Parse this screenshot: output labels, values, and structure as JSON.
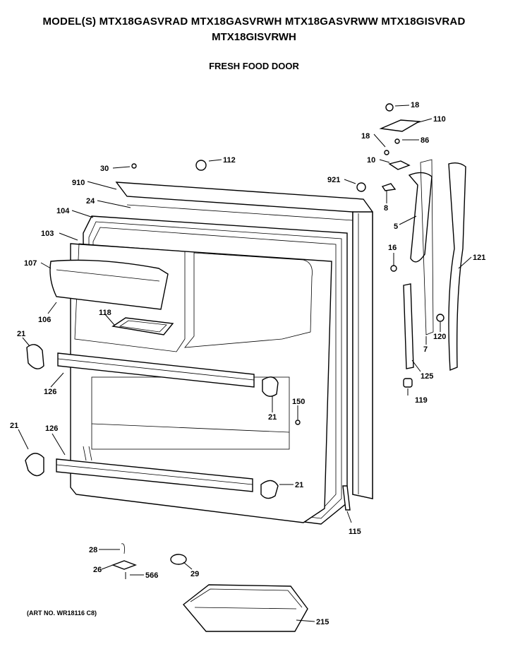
{
  "header": {
    "models_line1": "MODEL(S) MTX18GASVRAD  MTX18GASVRWH  MTX18GASVRWW  MTX18GISVRAD",
    "models_line2": "MTX18GISVRWH",
    "section_title": "FRESH FOOD DOOR"
  },
  "art_number": "(ART NO. WR18116 C8)",
  "callouts": [
    "18",
    "110",
    "18",
    "86",
    "10",
    "30",
    "112",
    "921",
    "910",
    "24",
    "8",
    "104",
    "5",
    "103",
    "16",
    "121",
    "107",
    "106",
    "118",
    "120",
    "7",
    "21",
    "125",
    "126",
    "150",
    "119",
    "21",
    "21",
    "126",
    "21",
    "115",
    "28",
    "26",
    "29",
    "566",
    "215"
  ]
}
